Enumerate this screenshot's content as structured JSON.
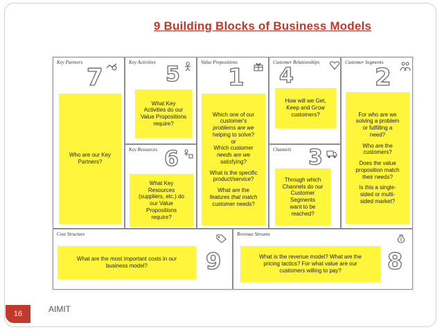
{
  "slide": {
    "title": "9 Building Blocks of Business Models",
    "page_number": "16",
    "footer": "AIMIT"
  },
  "blocks": {
    "key_partners": {
      "title": "Key Partners",
      "number": "7",
      "note": [
        "Who are our Key",
        "Partners?"
      ]
    },
    "key_activities": {
      "title": "Key Activities",
      "number": "5",
      "note": [
        "What Key",
        "Activities do our",
        "Value Propositions",
        "require?"
      ]
    },
    "key_resources": {
      "title": "Key Resources",
      "number": "6",
      "note": [
        "What Key",
        "Resources",
        "(suppliers, etc.) do",
        "our Value",
        "Propositions",
        "require?"
      ]
    },
    "value_propositions": {
      "title": "Value Propositions",
      "number": "1",
      "note": [
        "Which one of our",
        "customer's",
        "problems are we",
        "helping to solve?",
        "or",
        "Which customer",
        "needs are we",
        "satisfying?",
        "",
        "What is the specific",
        "product/service?",
        "",
        "What are the",
        "features that match",
        "customer needs?"
      ]
    },
    "customer_relationships": {
      "title": "Customer Relationships",
      "number": "4",
      "note": [
        "How will we Get,",
        "Keep and Grow",
        "customers?"
      ]
    },
    "channels": {
      "title": "Channels",
      "number": "3",
      "note": [
        "Through which",
        "Channels do our",
        "Customer",
        "Segments",
        "want to be",
        "reached?"
      ]
    },
    "customer_segments": {
      "title": "Customer Segments",
      "number": "2",
      "note": [
        "For who are we",
        "solving a problem",
        "or fulfilling a",
        "need?",
        "",
        "Who are the",
        "customers?",
        "",
        "Does the value",
        "proposition match",
        "their needs?",
        "",
        "Is this a single-",
        "sided or multi-",
        "sided market?"
      ]
    },
    "cost_structure": {
      "title": "Cost Structure",
      "number": "9",
      "note": [
        "What are the most important costs in our",
        "business model?"
      ]
    },
    "revenue_streams": {
      "title": "Revenue Streams",
      "number": "8",
      "note": [
        "What is the revenue model? What are the",
        "pricing tactics? For what value are our",
        "customers willing to pay?"
      ]
    },
    "colors": {
      "note": "#fff53a",
      "title": "#c0392b",
      "badge": "#c0392b"
    }
  }
}
